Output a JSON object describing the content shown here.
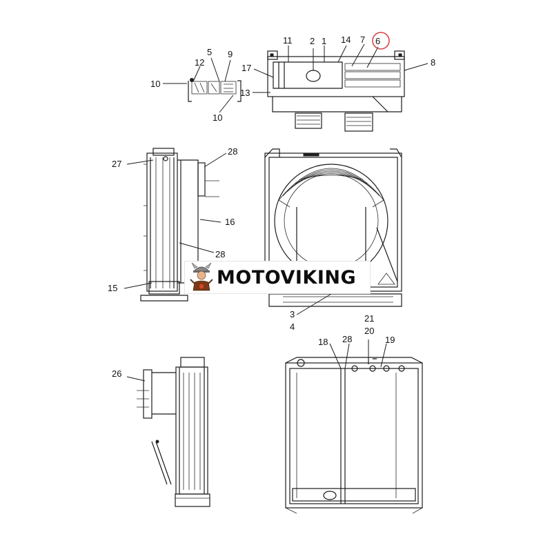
{
  "brand": {
    "name": "MOTOVIKING"
  },
  "callouts": {
    "c1": "1",
    "c2": "2",
    "c3": "3",
    "c4": "4",
    "c5": "5",
    "c6": "6",
    "c7": "7",
    "c8": "8",
    "c9": "9",
    "c10a": "10",
    "c10b": "10",
    "c11": "11",
    "c12": "12",
    "c13": "13",
    "c14": "14",
    "c15": "15",
    "c16": "16",
    "c17": "17",
    "c18": "18",
    "c19": "19",
    "c20": "20",
    "c21": "21",
    "c26": "26",
    "c27": "27",
    "c28a": "28",
    "c28b": "28",
    "c28c": "28"
  },
  "highlight": {
    "callout": "6",
    "color": "#d94545"
  },
  "colors": {
    "line": "#1a1a1a",
    "background": "#ffffff"
  }
}
